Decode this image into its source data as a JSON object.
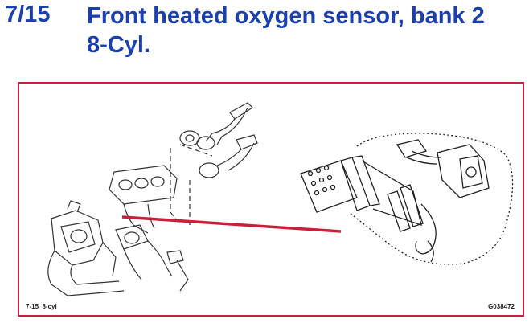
{
  "header": {
    "page_number": "7/15",
    "title_line1": "Front heated oxygen sensor, bank 2",
    "title_line2": "8-Cyl."
  },
  "figure": {
    "label_left": "7-15_8-cyl",
    "label_right": "G038472",
    "accent_color": "#c8203a",
    "title_color": "#1a3fae"
  }
}
